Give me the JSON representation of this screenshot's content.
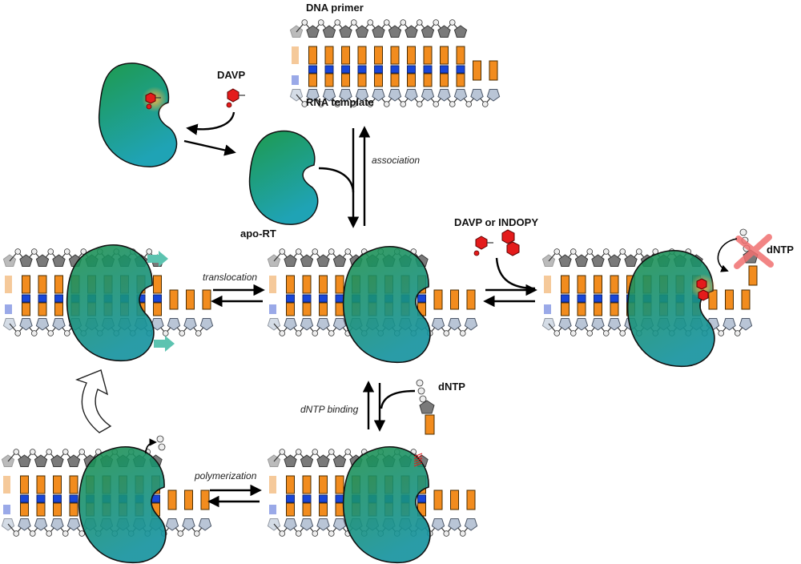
{
  "labels": {
    "dna_primer": "DNA primer",
    "rna_template": "RNA template",
    "davp": "DAVP",
    "apo_rt": "apo-RT",
    "association": "association",
    "translocation": "translocation",
    "davp_or_indopy": "DAVP or INDOPY",
    "dntp_right": "dNTP",
    "dntp_binding": "dNTP binding",
    "dntp_middle": "dNTP",
    "polymerization": "polymerization"
  },
  "colors": {
    "enzyme_top": "#1e9a4e",
    "enzyme_bottom": "#1fa3b5",
    "nucleotide": "#f28c1e",
    "base_pair": "#1846d8",
    "inhibitor": "#e41b1b",
    "translocation_arrow": "#5cc3b0",
    "inhibited_cross": "#f07070"
  }
}
